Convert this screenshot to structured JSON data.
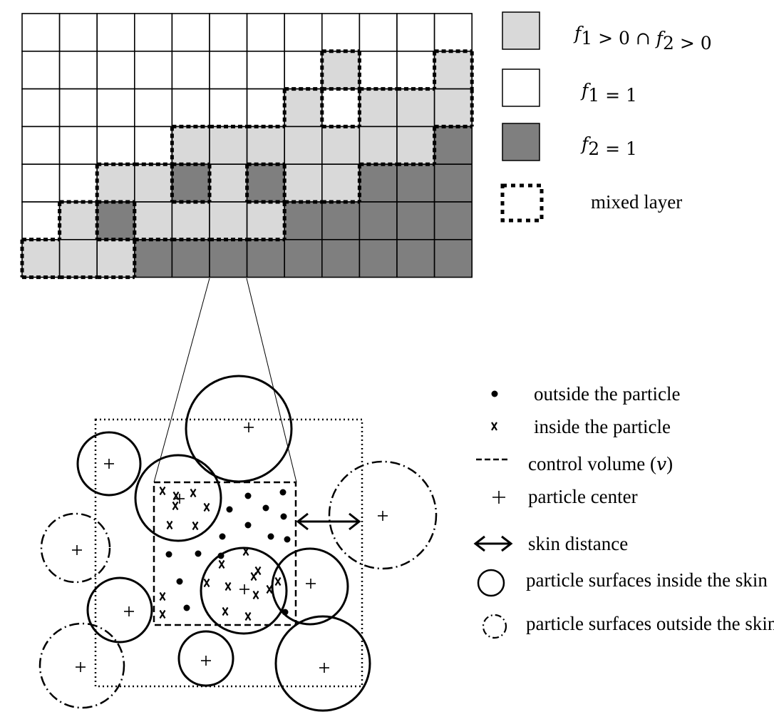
{
  "colors": {
    "mixed": "#d9d9d9",
    "phase1": "#ffffff",
    "phase2": "#7f7f7f",
    "line": "#000000"
  },
  "grid": {
    "rows": 7,
    "cols": 12,
    "cells": [
      "WWWWWWWWWWWW",
      "WWWWWWWWLWWL",
      "WWWWWWWLWLLL",
      "WWWWLLLLLLLD",
      "WWLLDLDLLDDD",
      "WLDLLLLDDDDD",
      "LLLDDDDDDDDD"
    ]
  },
  "legend_top": [
    {
      "key": "mixed",
      "swatch": "mixed",
      "parts": [
        [
          "f",
          true
        ],
        [
          "1",
          false,
          "sub"
        ],
        [
          " > 0 ∩ ",
          false
        ],
        [
          "f",
          true
        ],
        [
          "2",
          false,
          "sub"
        ],
        [
          " > 0",
          false
        ]
      ]
    },
    {
      "key": "phase1",
      "swatch": "phase1",
      "parts": [
        [
          "f",
          true
        ],
        [
          "1",
          false,
          "sub"
        ],
        [
          " = 1",
          false
        ]
      ]
    },
    {
      "key": "phase2",
      "swatch": "phase2",
      "parts": [
        [
          "f",
          true
        ],
        [
          "2",
          false,
          "sub"
        ],
        [
          " = 1",
          false
        ]
      ]
    },
    {
      "key": "mixed-layer",
      "swatch": "dotted",
      "text": "mixed layer"
    }
  ],
  "legend_bottom": [
    {
      "symbol": "dot",
      "text": "outside the particle"
    },
    {
      "symbol": "cross",
      "text": "inside the particle"
    },
    {
      "symbol": "dash",
      "text": "control volume (",
      "math": "v",
      "after": ")"
    },
    {
      "symbol": "plus",
      "text": "particle center"
    },
    {
      "symbol": "arrow",
      "text": "skin distance"
    },
    {
      "symbol": "circle",
      "text": "particle surfaces inside the skin"
    },
    {
      "symbol": "dashdot-circle",
      "text": "particle surfaces outside the skin"
    }
  ]
}
